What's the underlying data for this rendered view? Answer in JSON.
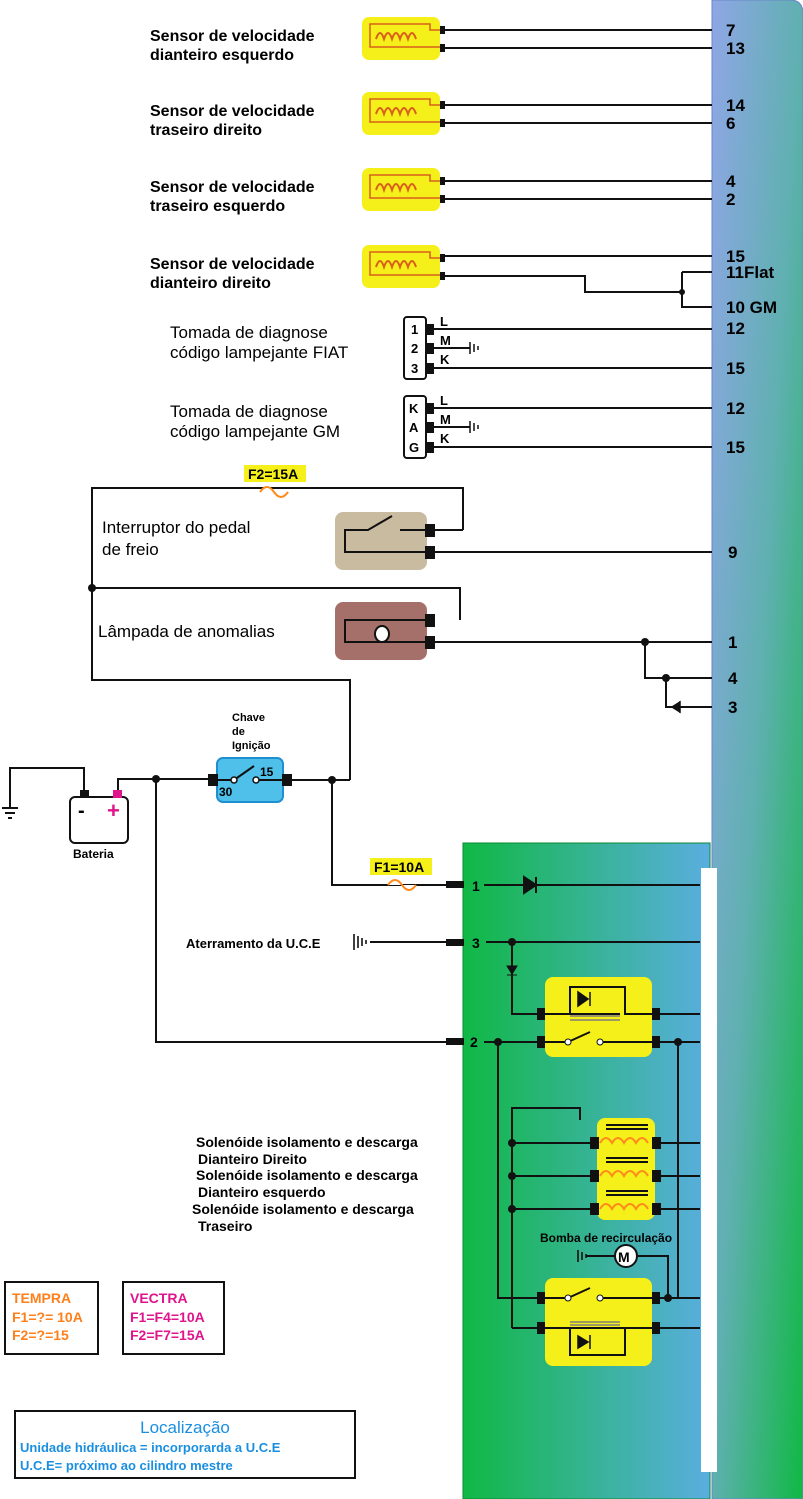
{
  "colors": {
    "connector_blue": "#8fa6e6",
    "connector_green": "#10b844",
    "sensor_yellow": "#f5ef1a",
    "switch_blue": "#4fc0ea",
    "brake_tan": "#c9bb9f",
    "lamp_brown": "#a6706a",
    "fuse_orange": "#ff8a1a",
    "tempra_orange": "#ff7f1a",
    "vectra_magenta": "#e0148c",
    "location_blue": "#1a8fe0"
  },
  "sensors": [
    {
      "label1": "Sensor de velocidade",
      "label2": "dianteiro esquerdo",
      "pins": [
        "7",
        "13"
      ]
    },
    {
      "label1": "Sensor de velocidade",
      "label2": "traseiro direito",
      "pins": [
        "14",
        "6"
      ]
    },
    {
      "label1": "Sensor de velocidade",
      "label2": "traseiro esquerdo",
      "pins": [
        "4",
        "2"
      ]
    },
    {
      "label1": "Sensor de velocidade",
      "label2": "dianteiro direito",
      "pins": [
        "15",
        "11Flat",
        "10 GM"
      ]
    }
  ],
  "diag_fiat": {
    "label1": "Tomada de diagnose",
    "label2": "código lampejante FIAT",
    "pin_numbers": [
      "1",
      "2",
      "3"
    ],
    "pin_letters": [
      "L",
      "M",
      "K"
    ],
    "pins": [
      "12",
      "15"
    ]
  },
  "diag_gm": {
    "label1": "Tomada de diagnose",
    "label2": "código lampejante GM",
    "pin_numbers": [
      "K",
      "A",
      "G"
    ],
    "pin_letters": [
      "L",
      "M",
      "K"
    ],
    "pins": [
      "12",
      "15"
    ]
  },
  "fuse2": "F2=15A",
  "brake": {
    "label1": "Interruptor do pedal",
    "label2": "de freio",
    "pin": "9"
  },
  "lamp": {
    "label": "Lâmpada de anomalias",
    "symbol": "O",
    "pins": [
      "1",
      "4",
      "3"
    ]
  },
  "ignition": {
    "label1": "Chave",
    "label2": "de",
    "label3": "Ignição",
    "t30": "30",
    "t15": "15"
  },
  "battery": {
    "label": "Bateria",
    "minus": "-",
    "plus": "+"
  },
  "fuse1": "F1=10A",
  "ecu": {
    "ground_label": "Aterramento da U.C.E",
    "terminals": [
      "1",
      "3",
      "2"
    ],
    "pump_label": "Bomba de recirculação",
    "motor": "M"
  },
  "solenoids": [
    {
      "label1": "Solenóide isolamento e descarga",
      "label2": "Dianteiro Direito"
    },
    {
      "label1": "Solenóide isolamento e descarga",
      "label2": "Dianteiro esquerdo"
    },
    {
      "label1": "Solenóide isolamento e descarga",
      "label2": "Traseiro"
    }
  ],
  "tempra": {
    "title": "TEMPRA",
    "l1": "F1=?= 10A",
    "l2": "F2=?=15"
  },
  "vectra": {
    "title": "VECTRA",
    "l1": "F1=F4=10A",
    "l2": "F2=F7=15A"
  },
  "location": {
    "title": "Localização",
    "l1": "Unidade hidráulica = incorporarda a U.C.E",
    "l2": "U.C.E= próximo ao cilindro mestre"
  }
}
